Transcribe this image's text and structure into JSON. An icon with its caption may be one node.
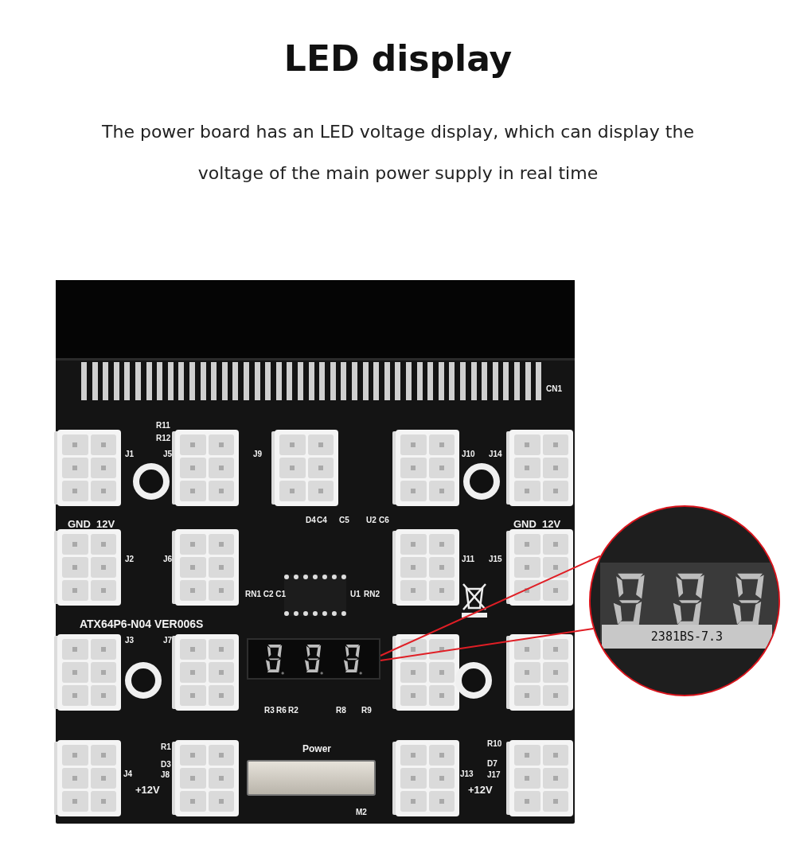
{
  "diagram": {
    "title": "LED display",
    "caption": "The power board has an LED voltage display, which can display the voltage of the main power supply in real time",
    "nodes": [
      {
        "text": [],
        "shape": "box"
      },
      {
        "text": [
          "2381BS-7.3"
        ]
      }
    ],
    "edges": [
      {
        "from": 0,
        "to": 1,
        "arrow": "none",
        "color": "#e01e25"
      },
      {
        "from": 0,
        "to": 1,
        "arrow": "none",
        "color": "#e01e25"
      }
    ],
    "labels": [
      "CN1",
      "R11",
      "R12",
      "J1",
      "J5",
      "J9",
      "J10",
      "J14",
      "D4",
      "C4",
      "C5",
      "U2",
      "C6",
      "GND  12V",
      "GND  12V",
      "J2",
      "J6",
      "J11",
      "J15",
      "RN1 C2 C1",
      "U1",
      "RN2",
      "ATX64P6-N04 VER006S",
      "J3",
      "J7",
      "R3",
      "R6",
      "R2",
      "R8",
      "R9",
      "R1",
      "D3",
      "J4",
      "J8",
      "+12V",
      "Power",
      "R10",
      "D7",
      "J13",
      "J17",
      "+12V",
      "M2"
    ]
  }
}
